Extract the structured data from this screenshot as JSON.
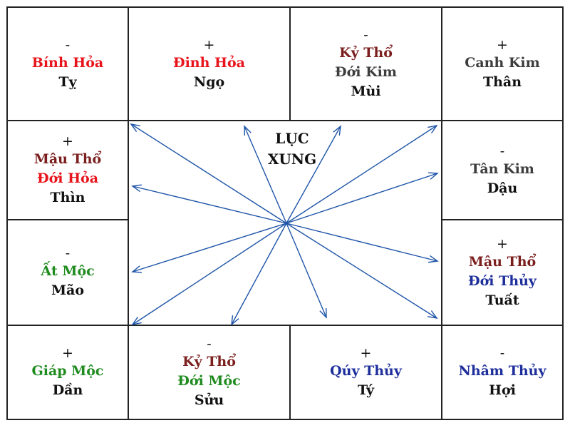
{
  "title": {
    "line1": "LỤC",
    "line2": "XUNG"
  },
  "colors": {
    "fire": "#e8141c",
    "earth": "#7b1e1e",
    "metal": "#3d3d3d",
    "wood": "#1f8b1f",
    "water": "#1e2f9c",
    "branch": "#111111",
    "arrow": "#1f55a8"
  },
  "cells": [
    {
      "id": "ty-snake",
      "sign": "-",
      "lines": [
        {
          "text": "Bính Hỏa",
          "color": "fire"
        }
      ],
      "branch": "Tỵ"
    },
    {
      "id": "ngo",
      "sign": "+",
      "lines": [
        {
          "text": "Đinh Hỏa",
          "color": "fire"
        }
      ],
      "branch": "Ngọ"
    },
    {
      "id": "mui",
      "sign": "-",
      "lines": [
        {
          "text": "Kỷ Thổ",
          "color": "earth"
        },
        {
          "text": "Đới Kim",
          "color": "metal"
        }
      ],
      "branch": "Mùi"
    },
    {
      "id": "than",
      "sign": "+",
      "lines": [
        {
          "text": "Canh Kim",
          "color": "metal"
        }
      ],
      "branch": "Thân"
    },
    {
      "id": "thin",
      "sign": "+",
      "lines": [
        {
          "text": "Mậu Thổ",
          "color": "earth"
        },
        {
          "text": "Đới Hỏa",
          "color": "fire"
        }
      ],
      "branch": "Thìn"
    },
    {
      "id": "dau",
      "sign": "-",
      "lines": [
        {
          "text": "Tân Kim",
          "color": "metal"
        }
      ],
      "branch": "Dậu"
    },
    {
      "id": "mao",
      "sign": "-",
      "lines": [
        {
          "text": "Ất Mộc",
          "color": "wood"
        }
      ],
      "branch": "Mão"
    },
    {
      "id": "tuat",
      "sign": "+",
      "lines": [
        {
          "text": "Mậu Thổ",
          "color": "earth"
        },
        {
          "text": "Đới Thủy",
          "color": "water"
        }
      ],
      "branch": "Tuất"
    },
    {
      "id": "dan",
      "sign": "+",
      "lines": [
        {
          "text": "Giáp Mộc",
          "color": "wood"
        }
      ],
      "branch": "Dần"
    },
    {
      "id": "suu",
      "sign": "-",
      "lines": [
        {
          "text": "Kỷ Thổ",
          "color": "earth"
        },
        {
          "text": "Đới Mộc",
          "color": "wood"
        }
      ],
      "branch": "Sửu"
    },
    {
      "id": "ty-rat",
      "sign": "+",
      "lines": [
        {
          "text": "Qúy Thủy",
          "color": "water"
        }
      ],
      "branch": "Tý"
    },
    {
      "id": "hoi",
      "sign": "-",
      "lines": [
        {
          "text": "Nhâm Thủy",
          "color": "water"
        }
      ],
      "branch": "Hợi"
    }
  ]
}
